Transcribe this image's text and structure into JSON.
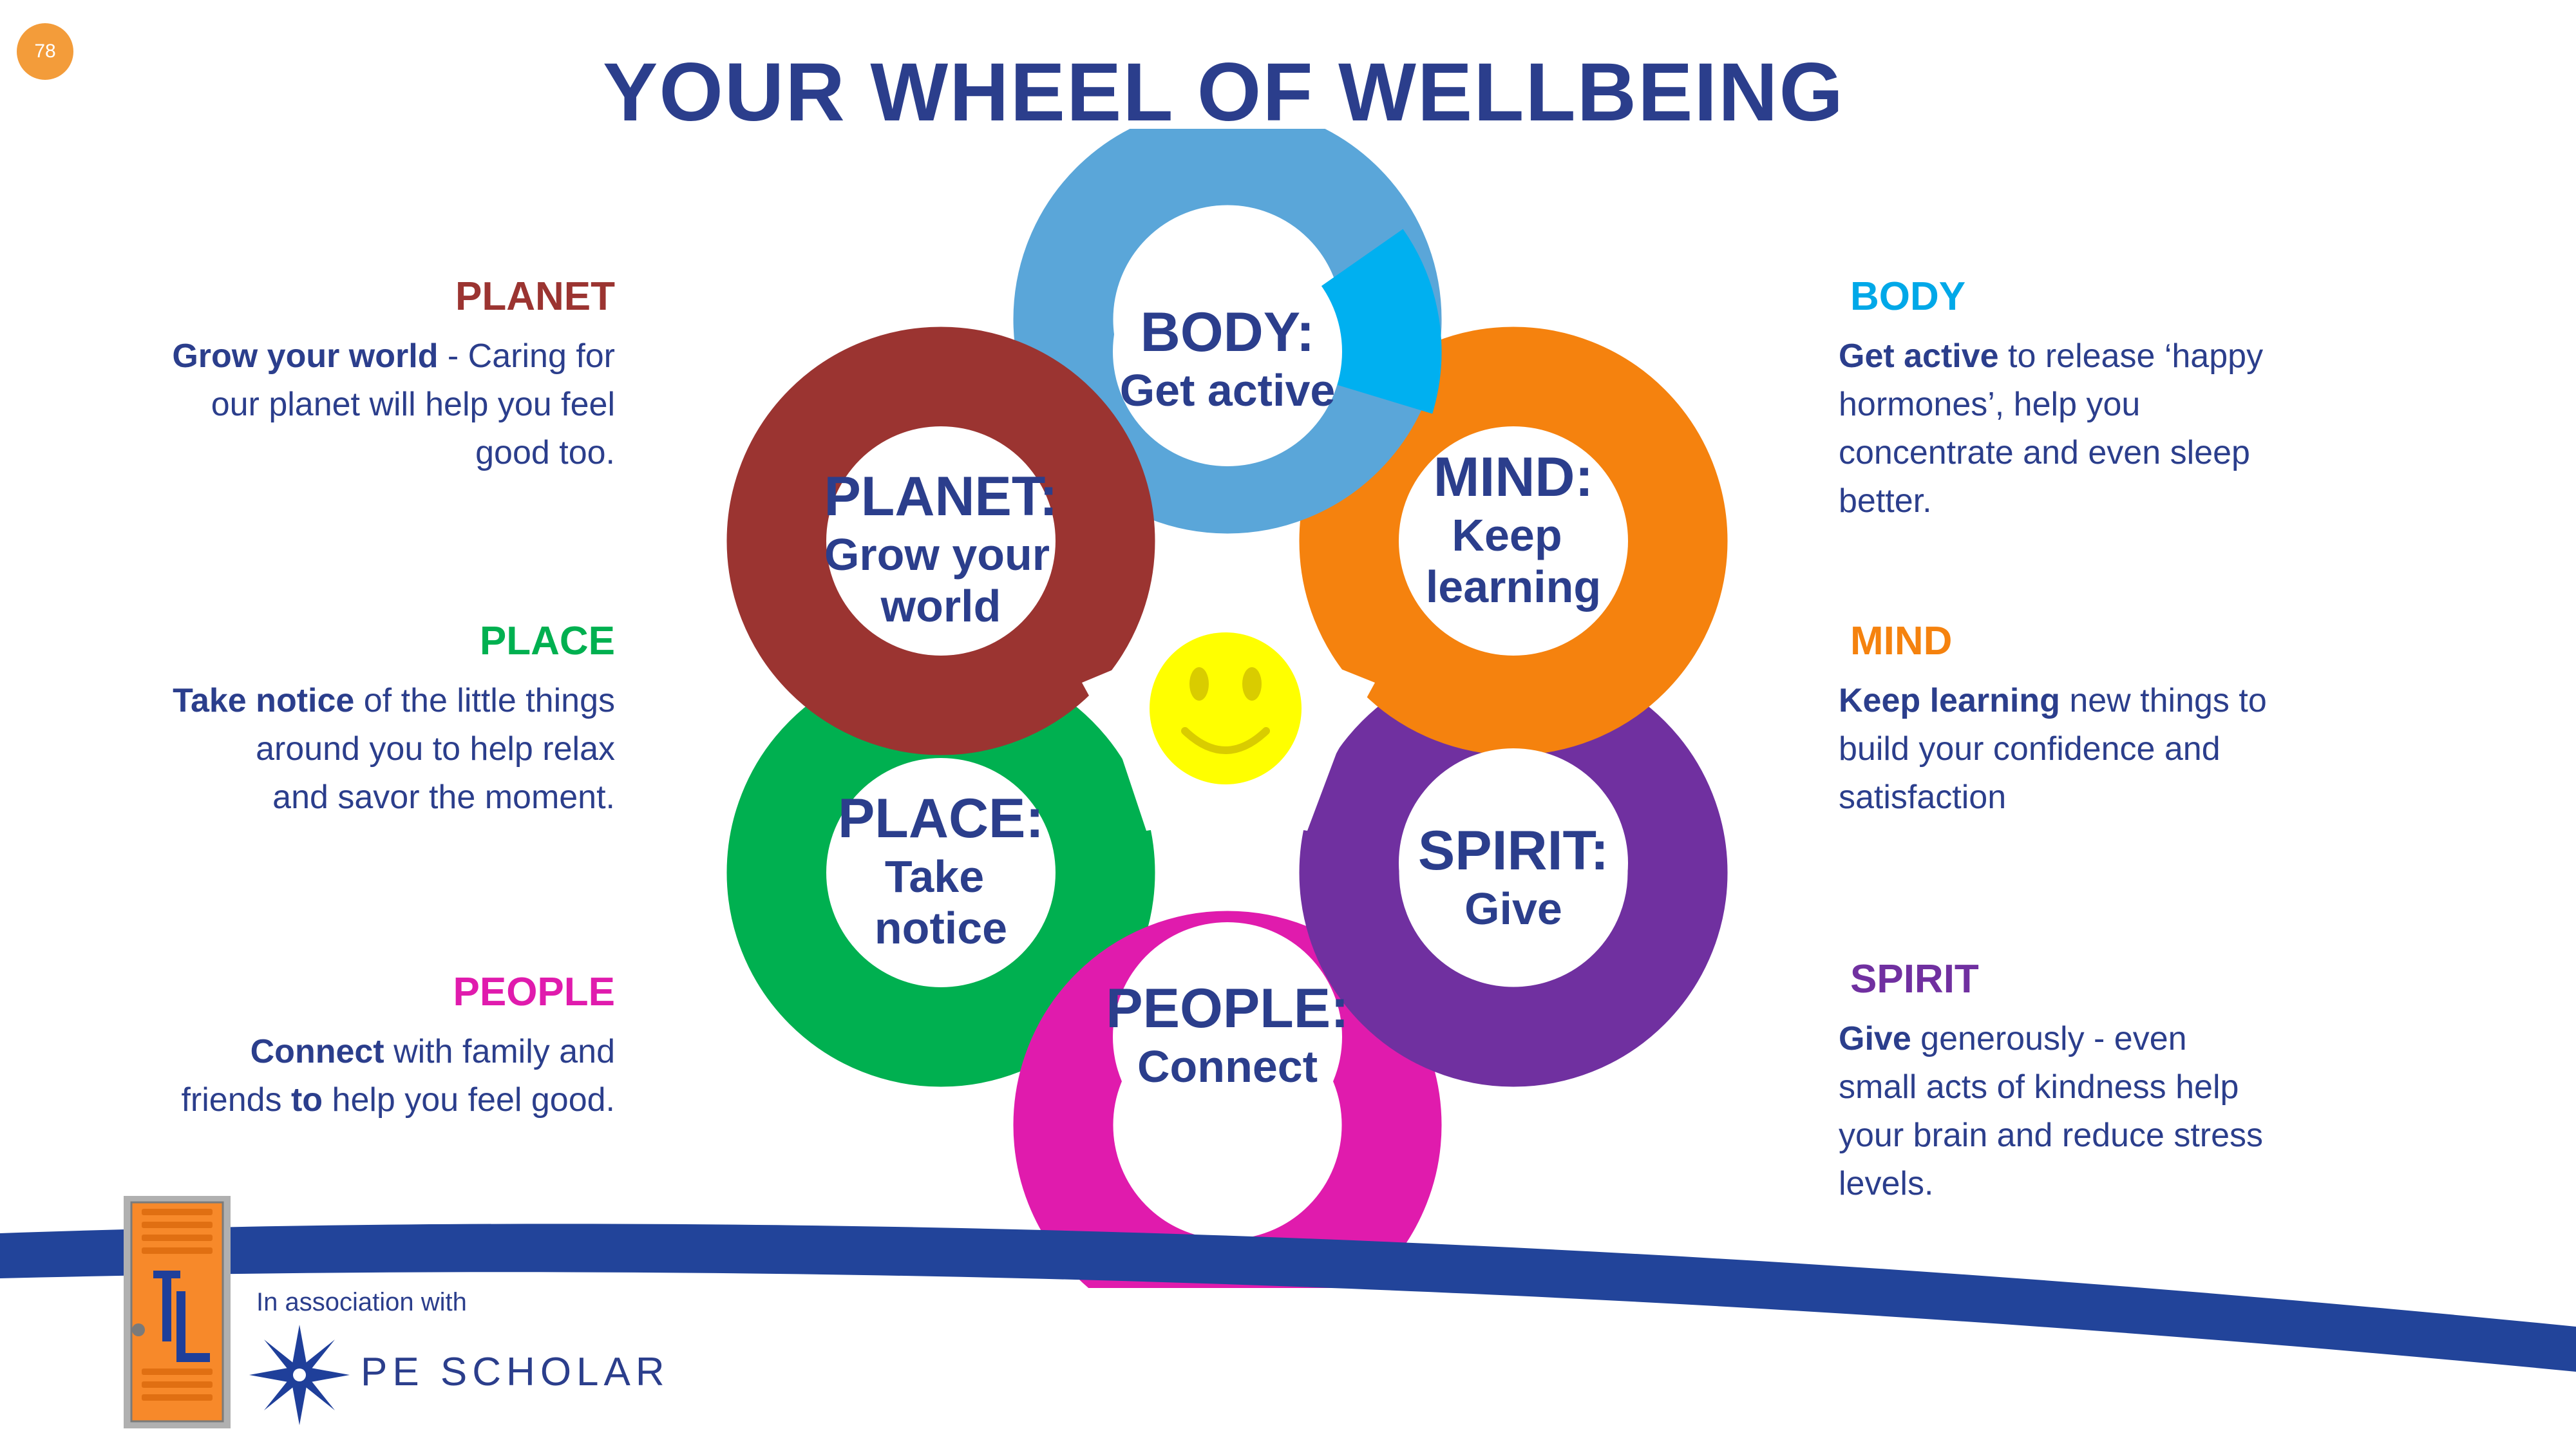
{
  "page_number": "78",
  "title": "YOUR WHEEL OF WELLBEING",
  "colors": {
    "title": "#2b3e8c",
    "body": "#5aa6d9",
    "mind": "#f5820e",
    "spirit": "#7030a0",
    "people": "#e01bad",
    "place": "#00b050",
    "planet": "#9b3431",
    "smiley": "#ffff00"
  },
  "left_panel": {
    "planet": {
      "heading": "PLANET",
      "bold": "Grow your world",
      "lines": [
        "- Caring for",
        "our planet will help you feel",
        "good too."
      ]
    },
    "place": {
      "heading": "PLACE",
      "bold": "Take notice",
      "lines": [
        " of the little things",
        "around you to help relax",
        "and savor the moment."
      ]
    },
    "people": {
      "heading": "PEOPLE",
      "bold": "Connect",
      "mid": " with family and",
      "line2a": "friends ",
      "bold2": "to",
      "line2b": " help you feel good."
    }
  },
  "right_panel": {
    "body": {
      "heading": "BODY",
      "bold": "Get active",
      "lines": [
        " to release ‘happy",
        "hormones’, help you",
        "concentrate and even sleep",
        "better."
      ]
    },
    "mind": {
      "heading": "MIND",
      "bold": "Keep learning",
      "lines": [
        " new things to",
        "build your confidence and",
        "satisfaction"
      ]
    },
    "spirit": {
      "heading": "SPIRIT",
      "bold": "Give",
      "lines": [
        " generously -  even",
        "small acts of kindness help",
        "your brain and reduce stress",
        "levels."
      ]
    }
  },
  "wheel": {
    "body": {
      "label": "BODY:",
      "sub1": "Get active"
    },
    "mind": {
      "label": "MIND:",
      "sub1": "Keep",
      "sub2": "learning"
    },
    "spirit": {
      "label": "SPIRIT:",
      "sub1": "Give"
    },
    "people": {
      "label": "PEOPLE:",
      "sub1": "Connect"
    },
    "place": {
      "label": "PLACE:",
      "sub1": "Take",
      "sub2": "notice"
    },
    "planet": {
      "label": "PLANET:",
      "sub1": "Grow your",
      "sub2": "world"
    }
  },
  "footer": {
    "association": "In association with",
    "logo_text": "PE SCHOLAR",
    "logo_icon": "compass-star-icon",
    "locker_icon": "locker-logo-icon"
  }
}
